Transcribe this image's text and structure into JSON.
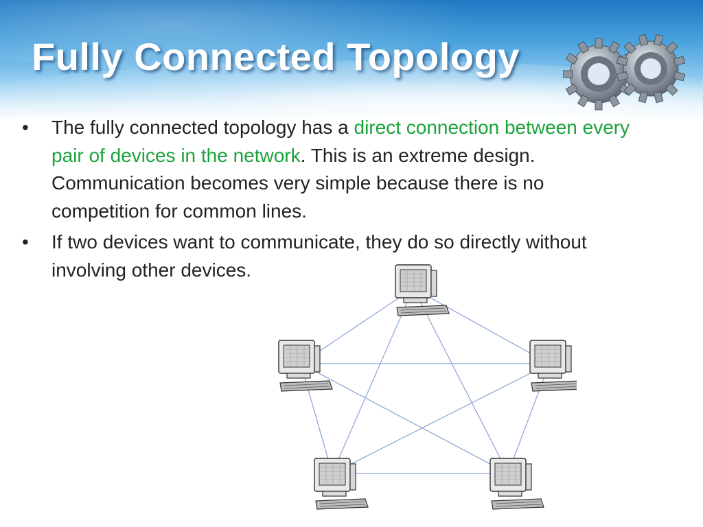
{
  "slide": {
    "title": "Fully Connected Topology",
    "bullets": [
      {
        "text_before": "The fully connected topology has a ",
        "highlight": "direct connection between every pair of devices in the network",
        "text_after": ". This is an extreme design. Communication becomes very simple because there is no competition for common lines."
      },
      {
        "text": "If two devices want to communicate, they do so directly without involving other devices."
      }
    ],
    "bullet_symbol": "•"
  },
  "colors": {
    "highlight": "#19a33a",
    "body_text": "#222222",
    "title_text": "#ffffff",
    "header_blue": "#1f78c2",
    "link_lines": "#8fa8d8"
  },
  "icons": {
    "header_decoration": "gears-icon",
    "node": "computer-icon"
  },
  "diagram": {
    "type": "fully-connected-network",
    "node_count": 5,
    "nodes": [
      "top",
      "left",
      "right",
      "bottom-left",
      "bottom-right"
    ]
  }
}
